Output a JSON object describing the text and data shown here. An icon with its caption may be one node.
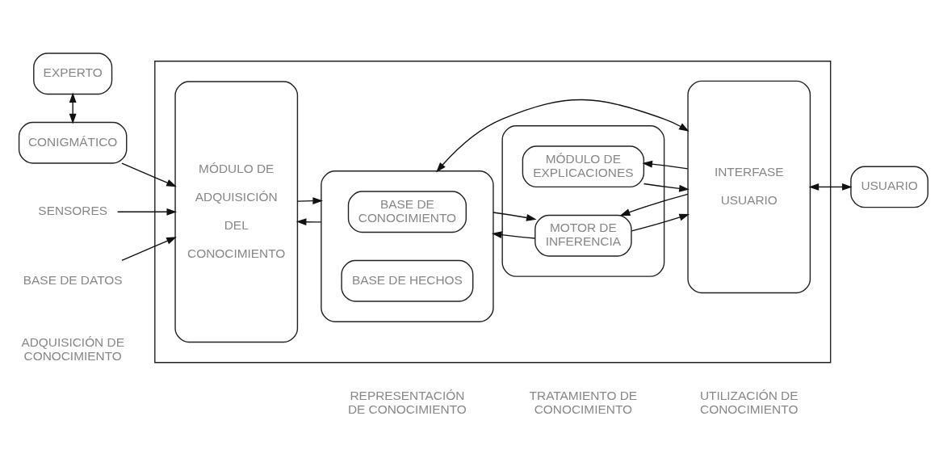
{
  "diagram": {
    "nodes": [
      {
        "text": [],
        "shape": "box"
      },
      {
        "text": [
          "EXPERTO"
        ]
      },
      {
        "text": [
          "CONIGMÁTICO"
        ]
      },
      {
        "text": [
          "SENSORES"
        ]
      },
      {
        "text": [
          "BASE DE DATOS"
        ]
      },
      {
        "text": [
          "MÓDULO DE ADQUISICIÓN DEL CONOCIMIENTO"
        ],
        "in": 0
      },
      {
        "text": [],
        "shape": "box",
        "in": 0
      },
      {
        "text": [
          "BASE DE CONOCIMIENTO"
        ],
        "in": 6
      },
      {
        "text": [
          "BASE DE HECHOS"
        ],
        "in": 6
      },
      {
        "text": [],
        "shape": "box",
        "in": 0
      },
      {
        "text": [
          "MÓDULO DE EXPLICACIONES"
        ],
        "in": 9
      },
      {
        "text": [
          "MOTOR DE INFERENCIA"
        ],
        "in": 9
      },
      {
        "text": [
          "INTERFASE USUARIO"
        ],
        "in": 0
      },
      {
        "text": [
          "USUARIO"
        ]
      }
    ],
    "edges": [
      {
        "from": 1,
        "to": 2,
        "arrow": "both"
      },
      {
        "from": 2,
        "to": 5,
        "arrow": "to"
      },
      {
        "from": 3,
        "to": 5,
        "arrow": "to"
      },
      {
        "from": 4,
        "to": 5,
        "arrow": "to"
      },
      {
        "from": 6,
        "to": 5,
        "arrow": "to"
      },
      {
        "from": 5,
        "to": 6,
        "arrow": "to"
      },
      {
        "from": 11,
        "to": 6,
        "arrow": "to"
      },
      {
        "from": 6,
        "to": 11,
        "arrow": "to"
      },
      {
        "from": 12,
        "to": 10,
        "arrow": "to"
      },
      {
        "from": 10,
        "to": 12,
        "arrow": "to"
      },
      {
        "from": 12,
        "to": 11,
        "arrow": "to"
      },
      {
        "from": 11,
        "to": 12,
        "arrow": "to"
      },
      {
        "from": 12,
        "to": 13,
        "arrow": "both"
      },
      {
        "from": 12,
        "to": 6,
        "arrow": "both"
      }
    ],
    "labels": [
      "ADQUISICIÓN DE CONOCIMIENTO",
      "REPRESENTACIÓN DE CONOCIMIENTO",
      "TRATAMIENTO DE CONOCIMIENTO",
      "UTILIZACIÓN DE CONOCIMIENTO"
    ]
  }
}
